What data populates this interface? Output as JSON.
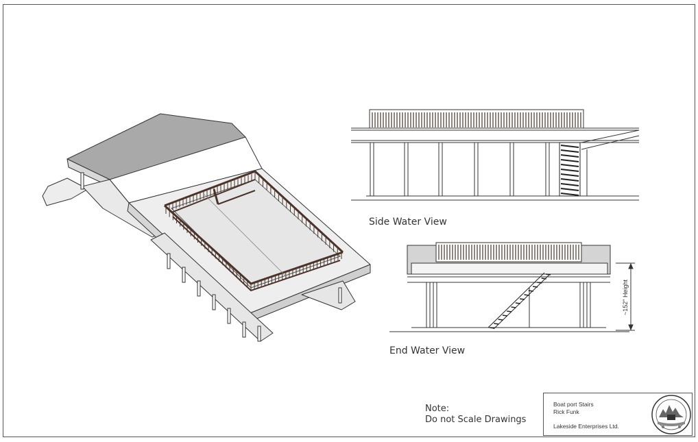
{
  "views": {
    "side_label": "Side Water View",
    "end_label": "End Water View"
  },
  "dimension": {
    "height_label": "~152\" Height"
  },
  "note": {
    "heading": "Note:",
    "text": "Do not Scale Drawings"
  },
  "title_block": {
    "project": "Boat port Stairs",
    "designer": "Rick Funk",
    "company": "Lakeside Enterprises Ltd."
  },
  "colors": {
    "line": "#333333",
    "railing": "#4a3328",
    "roof_grey": "#a8a8a8",
    "deck_grey": "#e6e6e6"
  },
  "icons": {
    "logo": "company-seal-logo-icon"
  }
}
